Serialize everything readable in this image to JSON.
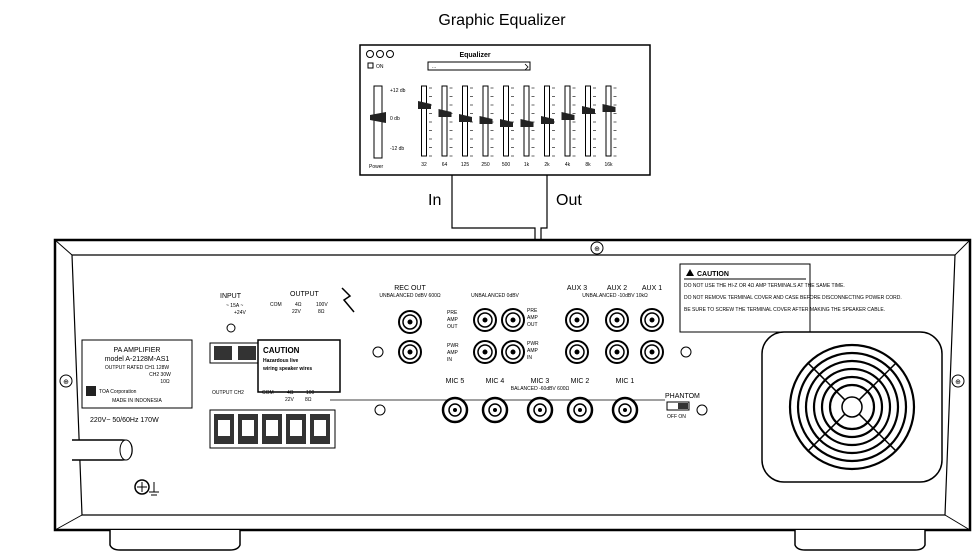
{
  "title": "Graphic Equalizer",
  "connections": {
    "in_label": "In",
    "out_label": "Out"
  },
  "equalizer": {
    "window_title": "Equalizer",
    "on_label": "ON",
    "preset_value": "...",
    "power_label": "Power",
    "scale": {
      "top": "+12 db",
      "mid": "0 db",
      "bottom": "-12 db"
    },
    "bands": [
      "32",
      "64",
      "125",
      "250",
      "500",
      "1k",
      "2k",
      "4k",
      "8k",
      "16k"
    ]
  },
  "amplifier": {
    "nameplate": {
      "line1": "PA AMPLIFIER",
      "line2": "model A-2128M-AS1",
      "line3": "OUTPUT RATED CH1 128W",
      "line4": "CH2 30W",
      "line5": "10Ω",
      "maker": "TOA Corporation",
      "origin": "MADE IN INDONESIA"
    },
    "power_rating": "220V~ 50/60Hz 170W",
    "input_label": "INPUT",
    "input_sub1": "~ 15A ~",
    "input_sub2": "+24V",
    "output_label": "OUTPUT",
    "output_com": "COM",
    "output_4ohm": "4Ω",
    "output_100v": "100V",
    "output_22v": "22V",
    "output_8ohm": "8Ω",
    "caution_box": "CAUTION",
    "caution_text1": "Hazardous live",
    "caution_text2": "wiring speaker wires",
    "output_ch2": "OUTPUT CH2",
    "ch2_com": "COM",
    "ch2_4ohm": "4Ω",
    "ch2_100": "100",
    "ch2_22v": "22V",
    "ch2_8ohm": "8Ω",
    "rec_out": "REC OUT",
    "rec_out_sub": "UNBALANCED 0dBV 600Ω",
    "pre_amp_sub": "UNBALANCED 0dBV",
    "pre_amp_out": [
      "PRE",
      "AMP",
      "OUT"
    ],
    "pwr_amp_in": [
      "PWR",
      "AMP",
      "IN"
    ],
    "aux_inputs": [
      "AUX 3",
      "AUX 2",
      "AUX 1"
    ],
    "aux_sub": "UNBALANCED -10dBV 10kΩ",
    "mic_inputs": [
      "MIC 5",
      "MIC 4",
      "MIC 3",
      "MIC 2",
      "MIC 1"
    ],
    "mic_sub": "BALANCED -60dBV 600Ω",
    "phantom": "PHANTOM",
    "phantom_states": "OFF ON",
    "caution_title": "CAUTION",
    "caution_lines": [
      "DO NOT USE THE HI-Z OR 4Ω AMP TERMINALS AT THE SAME TIME.",
      "DO NOT REMOVE TERMINAL COVER AND CASE BEFORE DISCONNECTING POWER CORD.",
      "BE SURE TO SCREW THE TERMINAL COVER AFTER MAKING THE SPEAKER CABLE."
    ]
  }
}
